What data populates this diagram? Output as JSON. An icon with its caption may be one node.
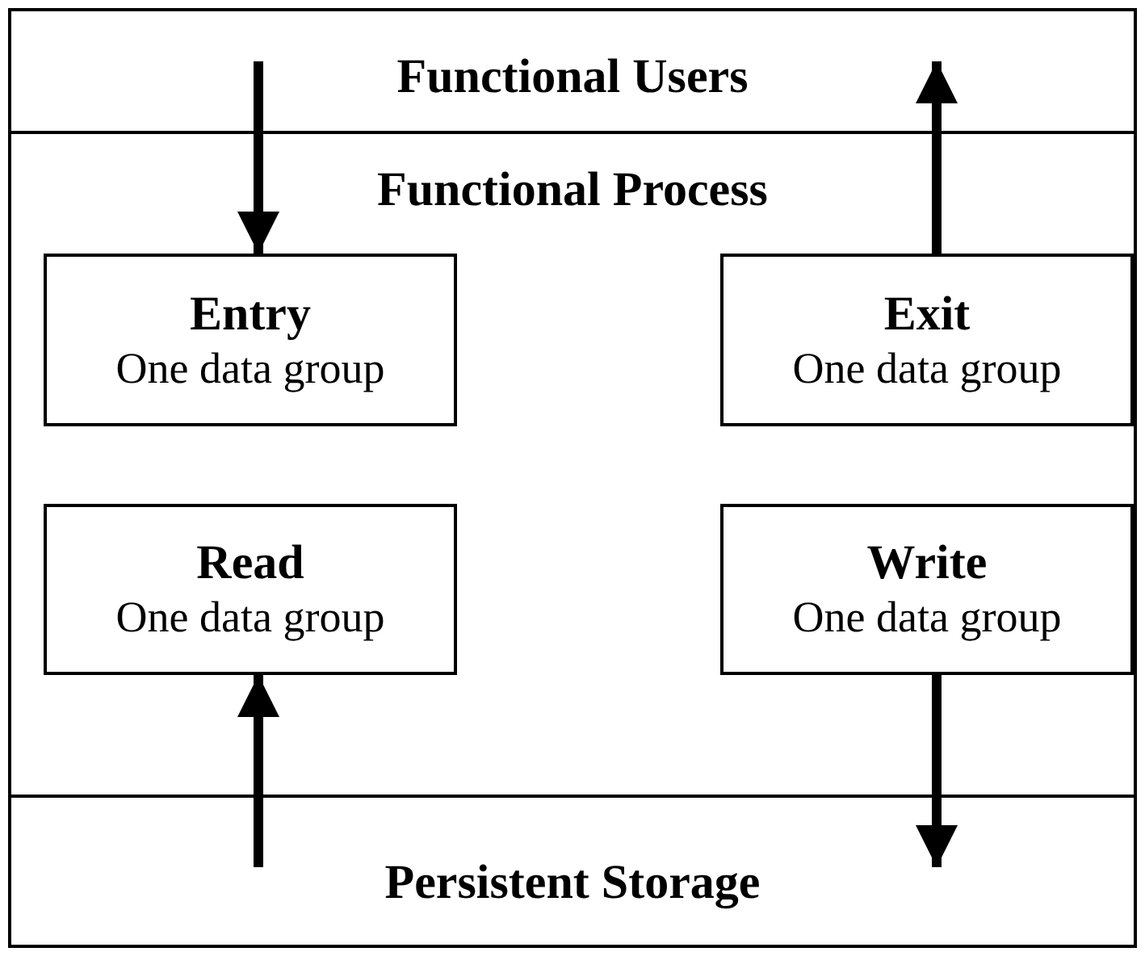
{
  "diagram": {
    "nodes": [
      {
        "text": [
          "Functional Users"
        ]
      },
      {
        "text": [
          "Functional Process"
        ]
      },
      {
        "text": [
          "Entry",
          "One data group"
        ],
        "in": 1
      },
      {
        "text": [
          "Exit",
          "One data group"
        ],
        "in": 1
      },
      {
        "text": [
          "Read",
          "One data group"
        ],
        "in": 1
      },
      {
        "text": [
          "Write",
          "One data group"
        ],
        "in": 1
      },
      {
        "text": [
          "Persistent Storage"
        ]
      }
    ],
    "edges": [
      {
        "from": 0,
        "to": 2,
        "arrow": "to"
      },
      {
        "from": 3,
        "to": 0,
        "arrow": "to"
      },
      {
        "from": 6,
        "to": 4,
        "arrow": "to"
      },
      {
        "from": 5,
        "to": 6,
        "arrow": "to"
      }
    ]
  }
}
